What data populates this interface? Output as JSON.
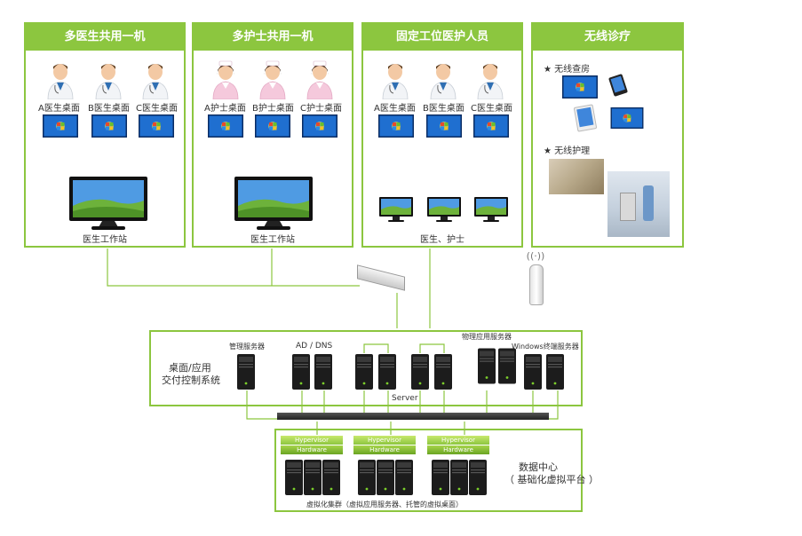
{
  "panels": [
    {
      "title": "多医生共用一机",
      "desktops": [
        "A医生桌面",
        "B医生桌面",
        "C医生桌面"
      ],
      "station": "医生工作站"
    },
    {
      "title": "多护士共用一机",
      "desktops": [
        "A护士桌面",
        "B护士桌面",
        "C护士桌面"
      ],
      "station": "医生工作站"
    },
    {
      "title": "固定工位医护人员",
      "desktops": [
        "A医生桌面",
        "B医生桌面",
        "C医生桌面"
      ],
      "station": "医生、护士"
    },
    {
      "title": "无线诊疗",
      "items": [
        "★ 无线查房",
        "★ 无线护理"
      ]
    }
  ],
  "control": {
    "label_line1": "桌面/应用",
    "label_line2": "交付控制系统",
    "servers": [
      "管理服务器",
      "AD / DNS",
      "物理应用服务器",
      "Windows终端服务器"
    ],
    "server_label": "Server"
  },
  "datacenter": {
    "hypervisor": "Hypervisor",
    "hardware": "Hardware",
    "cluster_label": "虚拟化集群（虚拟应用服务器、托管的虚拟桌面）",
    "title_line1": "数据中心",
    "title_line2": "（ 基础化虚拟平台 ）"
  },
  "colors": {
    "accent": "#8cc63f",
    "server": "#1a1a1a"
  }
}
